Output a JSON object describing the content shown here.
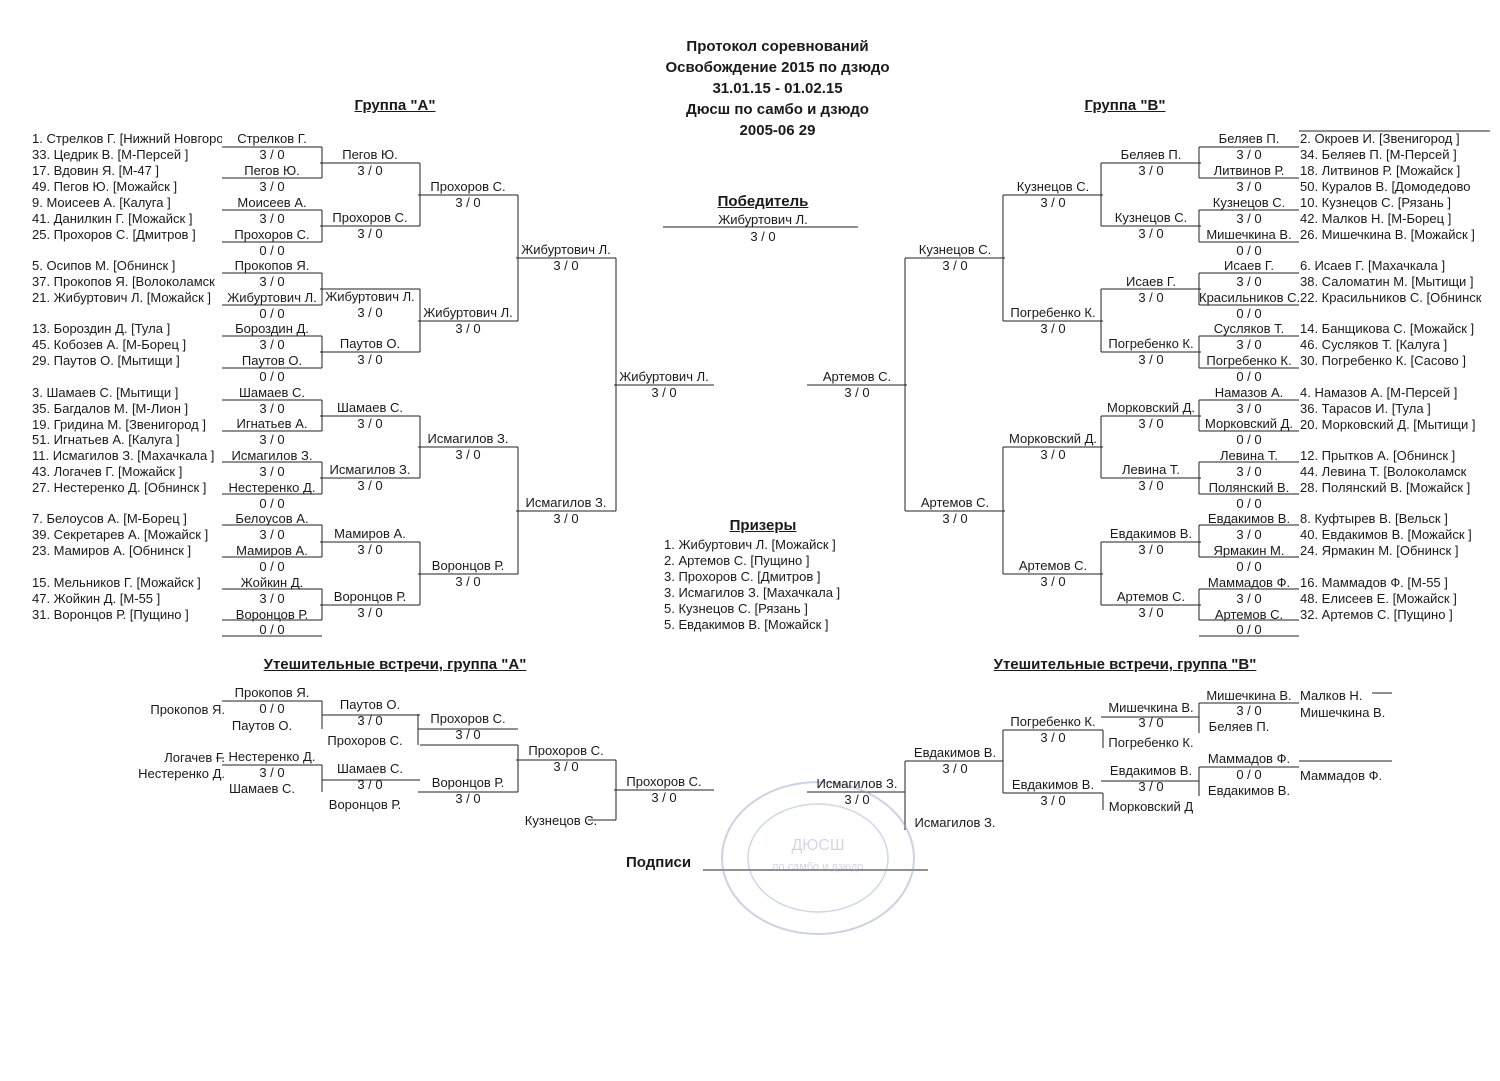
{
  "header": {
    "line1": "Протокол соревнований",
    "line2": "Освобождение 2015 по дзюдо",
    "line3": "31.01.15 - 01.02.15",
    "line4": "Дюсш по самбо и дзюдо",
    "line5": "2005-06 29"
  },
  "group_a": {
    "title": "Группа  \"А\"",
    "entries": [
      "1. Стрелков Г.  [Нижний Новгород",
      "33. Цедрик В.  [М-Персей   ]",
      "17. Вдовин Я.  [М-47   ]",
      "49. Пегов Ю.  [Можайск   ]",
      "9. Моисеев А.  [Калуга   ]",
      "41. Данилкин Г.  [Можайск   ]",
      "25. Прохоров С.  [Дмитров   ]",
      "5. Осипов М.  [Обнинск   ]",
      "37. Прокопов Я.  [Волоколамск",
      "21. Жибуртович Л.  [Можайск  ]",
      "13. Бороздин Д.  [Тула   ]",
      "45. Кобозев А.  [М-Борец   ]",
      "29. Паутов О.  [Мытищи   ]",
      "3. Шамаев С.  [Мытищи   ]",
      "35. Багдалов М.  [М-Лион   ]",
      "19. Гридина М.  [Звенигород   ]",
      "51. Игнатьев А.  [Калуга   ]",
      "11. Исмагилов З.  [Махачкала  ]",
      "43. Логачев Г.  [Можайск   ]",
      "27. Нестеренко Д.  [Обнинск  ]",
      "7. Белоусов А.  [М-Борец   ]",
      "39. Секретарев А.  [Можайск  ]",
      "23. Мамиров А.  [Обнинск   ]",
      "15. Мельников Г.  [Можайск  ]",
      "47. Жойкин Д.  [М-55   ]",
      "31. Воронцов Р.  [Пущино   ]"
    ],
    "r1": [
      {
        "name": "Стрелков Г.",
        "score": "3  /  0"
      },
      {
        "name": "Пегов Ю.",
        "score": "3  /  0"
      },
      {
        "name": "Моисеев А.",
        "score": "3  /  0"
      },
      {
        "name": "Прохоров С.",
        "score": "0  /  0"
      },
      {
        "name": "Прокопов Я.",
        "score": "3  /  0"
      },
      {
        "name": "Жибуртович Л.",
        "score": "0  /  0"
      },
      {
        "name": "Бороздин Д.",
        "score": "3  /  0"
      },
      {
        "name": "Паутов О.",
        "score": "0  /  0"
      },
      {
        "name": "Шамаев С.",
        "score": "3  /  0"
      },
      {
        "name": "Игнатьев А.",
        "score": "3  /  0"
      },
      {
        "name": "Исмагилов З.",
        "score": "3  /  0"
      },
      {
        "name": "Нестеренко Д.",
        "score": "0  /  0"
      },
      {
        "name": "Белоусов А.",
        "score": "3  /  0"
      },
      {
        "name": "Мамиров А.",
        "score": "0  /  0"
      },
      {
        "name": "Жойкин Д.",
        "score": "3  /  0"
      },
      {
        "name": "Воронцов Р.",
        "score": "0  /  0"
      }
    ],
    "r2": [
      {
        "name": "Пегов Ю.",
        "score": "3  /  0"
      },
      {
        "name": "Прохоров С.",
        "score": "3  /  0"
      },
      {
        "name": "Жибуртович Л.",
        "score": "3  /  0"
      },
      {
        "name": "Паутов О.",
        "score": "3  /  0"
      },
      {
        "name": "Шамаев С.",
        "score": "3  /  0"
      },
      {
        "name": "Исмагилов З.",
        "score": "3  /  0"
      },
      {
        "name": "Мамиров А.",
        "score": "3  /  0"
      },
      {
        "name": "Воронцов Р.",
        "score": "3  /  0"
      }
    ],
    "r3": [
      {
        "name": "Прохоров С.",
        "score": "3  /  0"
      },
      {
        "name": "Жибуртович Л.",
        "score": "3  /  0"
      },
      {
        "name": "Исмагилов З.",
        "score": "3  /  0"
      },
      {
        "name": "Воронцов Р.",
        "score": "3  /  0"
      }
    ],
    "r4": [
      {
        "name": "Жибуртович Л.",
        "score": "3  /  0"
      },
      {
        "name": "Исмагилов З.",
        "score": "3  /  0"
      }
    ],
    "r5": {
      "name": "Жибуртович Л.",
      "score": "3  /  0"
    }
  },
  "group_b": {
    "title": "Группа  \"В\"",
    "entries": [
      "2. Окроев И.  [Звенигород   ]",
      "34. Беляев П.  [М-Персей   ]",
      "18. Литвинов Р.  [Можайск   ]",
      "50. Куралов В.  [Домодедово",
      "10. Кузнецов С.  [Рязань   ]",
      "42. Малков Н.  [М-Борец   ]",
      "26. Мишечкина В.  [Можайск  ]",
      "6. Исаев Г.  [Махачкала   ]",
      "38. Саломатин М.  [Мытищи   ]",
      "22. Красильников С.  [Обнинск",
      "14. Банщикова С.  [Можайск   ]",
      "46. Сусляков Т.  [Калуга   ]",
      "30. Погребенко К.  [Сасово   ]",
      "4. Намазов А.  [М-Персей   ]",
      "36. Тарасов И.  [Тула   ]",
      "20. Морковский Д.  [Мытищи   ]",
      "12. Прытков А.  [Обнинск   ]",
      "44. Левина Т.  [Волоколамск",
      "28. Полянский В.  [Можайск   ]",
      "8. Куфтырев В.  [Вельск   ]",
      "40. Евдакимов В.  [Можайск   ]",
      "24. Ярмакин М.  [Обнинск   ]",
      "16. Маммадов Ф.  [М-55   ]",
      "48. Елисеев Е.  [Можайск   ]",
      "32. Артемов С.  [Пущино   ]"
    ],
    "r1": [
      {
        "name": "Беляев П.",
        "score": "3  /  0"
      },
      {
        "name": "Литвинов Р.",
        "score": "3  /  0"
      },
      {
        "name": "Кузнецов С.",
        "score": "3  /  0"
      },
      {
        "name": "Мишечкина В.",
        "score": "0  /  0"
      },
      {
        "name": "Исаев Г.",
        "score": "3  /  0"
      },
      {
        "name": "Красильников С.",
        "score": "0  /  0"
      },
      {
        "name": "Сусляков Т.",
        "score": "3  /  0"
      },
      {
        "name": "Погребенко К.",
        "score": "0  /  0"
      },
      {
        "name": "Намазов А.",
        "score": "3  /  0"
      },
      {
        "name": "Морковский Д.",
        "score": "0  /  0"
      },
      {
        "name": "Левина Т.",
        "score": "3  /  0"
      },
      {
        "name": "Полянский В.",
        "score": "0  /  0"
      },
      {
        "name": "Евдакимов В.",
        "score": "3  /  0"
      },
      {
        "name": "Ярмакин М.",
        "score": "0  /  0"
      },
      {
        "name": "Маммадов Ф.",
        "score": "3  /  0"
      },
      {
        "name": "Артемов С.",
        "score": "0  /  0"
      }
    ],
    "r2": [
      {
        "name": "Беляев П.",
        "score": "3  /  0"
      },
      {
        "name": "Кузнецов С.",
        "score": "3  /  0"
      },
      {
        "name": "Исаев Г.",
        "score": "3  /  0"
      },
      {
        "name": "Погребенко К.",
        "score": "3  /  0"
      },
      {
        "name": "Морковский Д.",
        "score": "3  /  0"
      },
      {
        "name": "Левина Т.",
        "score": "3  /  0"
      },
      {
        "name": "Евдакимов В.",
        "score": "3  /  0"
      },
      {
        "name": "Артемов С.",
        "score": "3  /  0"
      }
    ],
    "r3": [
      {
        "name": "Кузнецов С.",
        "score": "3  /  0"
      },
      {
        "name": "Погребенко К.",
        "score": "3  /  0"
      },
      {
        "name": "Морковский Д.",
        "score": "3  /  0"
      },
      {
        "name": "Артемов С.",
        "score": "3  /  0"
      }
    ],
    "r4": [
      {
        "name": "Кузнецов С.",
        "score": "3  /  0"
      },
      {
        "name": "Артемов С.",
        "score": "3  /  0"
      }
    ],
    "r5": {
      "name": "Артемов С.",
      "score": "3  /  0"
    }
  },
  "winner": {
    "title": "Победитель",
    "name": "Жибуртович Л.",
    "score": "3  /  0"
  },
  "prizes": {
    "title": "Призеры",
    "items": [
      "1. Жибуртович Л.    [Можайск   ]",
      "2. Артемов С.    [Пущино   ]",
      "3. Прохоров С.    [Дмитров   ]",
      "3. Исмагилов З.    [Махачкала   ]",
      "5. Кузнецов С.    [Рязань   ]",
      "5. Евдакимов В.    [Можайск   ]"
    ]
  },
  "cons_a": {
    "title": "Утешительные встречи, группа \"А\"",
    "side1": [
      "Прокопов Я."
    ],
    "side2": [
      "Логачев Г.",
      "Нестеренко Д."
    ],
    "m1": {
      "top": "Прокопов Я.",
      "score": "0  /  0",
      "bottom": "Паутов О."
    },
    "m2": {
      "top": "Нестеренко Д.",
      "score": "3  /  0",
      "bottom": "Шамаев С."
    },
    "m3": {
      "top": "Паутов О.",
      "score": "3  /  0",
      "bottom": "Прохоров С."
    },
    "m4": {
      "top": "Шамаев С.",
      "score": "3  /  0",
      "bottom": "Воронцов Р."
    },
    "m5": {
      "top": "Прохоров С.",
      "score": "3  /  0"
    },
    "m6": {
      "top": "Воронцов Р.",
      "score": "3  /  0"
    },
    "m7": {
      "top": "Прохоров С.",
      "score": "3  /  0",
      "bottom": "Кузнецов С."
    },
    "final": {
      "top": "Прохоров С.",
      "score": "3  /  0"
    }
  },
  "cons_b": {
    "title": "Утешительные встречи, группа \"В\"",
    "side1": [
      "Малков Н.",
      "Мишечкина В."
    ],
    "side2": [
      "Маммадов Ф."
    ],
    "m1": {
      "top": "Мишечкина В.",
      "score": "3  /  0",
      "bottom": "Беляев П."
    },
    "m2": {
      "top": "Маммадов Ф.",
      "score": "0  /  0",
      "bottom": "Евдакимов В."
    },
    "m3": {
      "top": "Мишечкина В.",
      "score": "3  /  0",
      "bottom": "Погребенко К."
    },
    "m4": {
      "top": "Евдакимов В.",
      "score": "3  /  0",
      "bottom": "Морковский Д"
    },
    "m5": {
      "top": "Погребенко К.",
      "score": "3  /  0"
    },
    "m6": {
      "top": "Евдакимов В.",
      "score": "3  /  0"
    },
    "m7": {
      "top": "Евдакимов В.",
      "score": "3  /  0",
      "bottom": "Исмагилов З."
    },
    "final": {
      "top": "Исмагилов З.",
      "score": "3  /  0"
    }
  },
  "signature": {
    "label": "Подписи"
  }
}
